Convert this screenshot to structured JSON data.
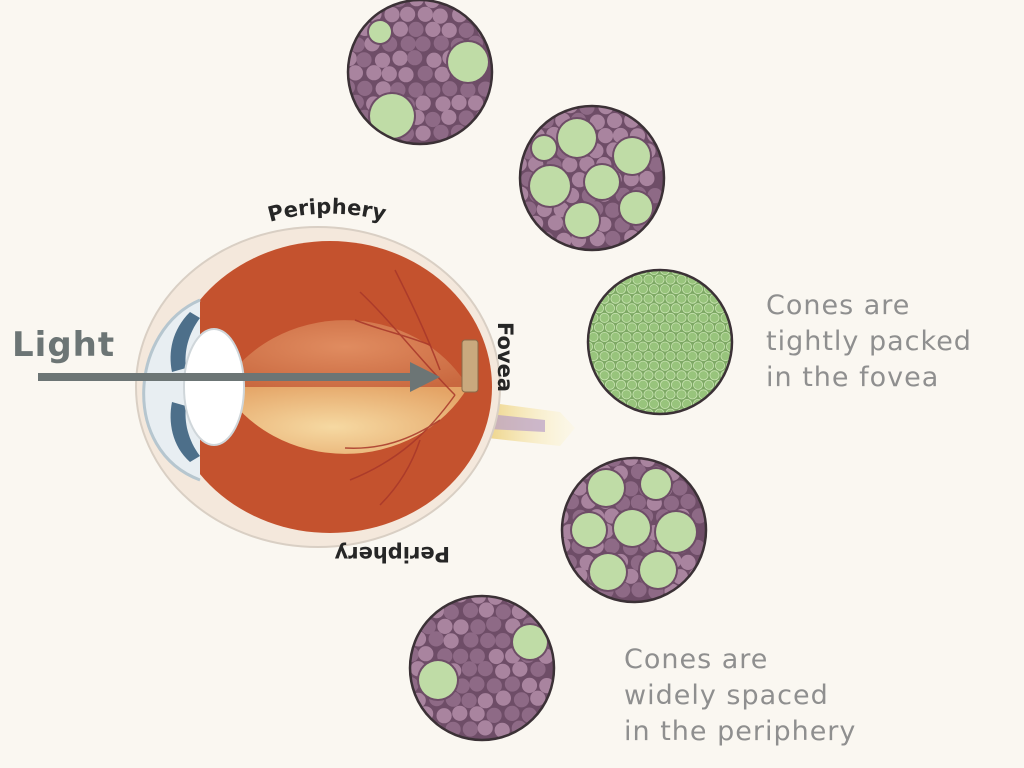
{
  "labels": {
    "light": "Light",
    "periphery_top": "Periphery",
    "periphery_bottom": "Periphery",
    "fovea": "Fovea"
  },
  "captions": {
    "fovea": [
      "Cones are",
      "tightly packed",
      "in the fovea"
    ],
    "periphery": [
      "Cones are",
      "widely spaced",
      "in the periphery"
    ]
  },
  "colors": {
    "background": "#faf7f1",
    "rod": "#8e6a86",
    "rod_light": "#a9849f",
    "cone": "#bfdca6",
    "cone_fovea": "#98c47c",
    "sclera": "#c4522e",
    "retina_upper": "#d4774d",
    "retina_lower": "#ebb578",
    "arrow": "#6c7575",
    "caption": "#8f8f8f",
    "label_dark": "#262626"
  },
  "patches": [
    {
      "region": "far-periphery-upper",
      "cell_type_dominant": "rods"
    },
    {
      "region": "periphery-upper",
      "cell_type_dominant": "rods"
    },
    {
      "region": "fovea",
      "cell_type_dominant": "cones"
    },
    {
      "region": "periphery-lower",
      "cell_type_dominant": "rods"
    },
    {
      "region": "far-periphery-lower",
      "cell_type_dominant": "rods"
    }
  ]
}
